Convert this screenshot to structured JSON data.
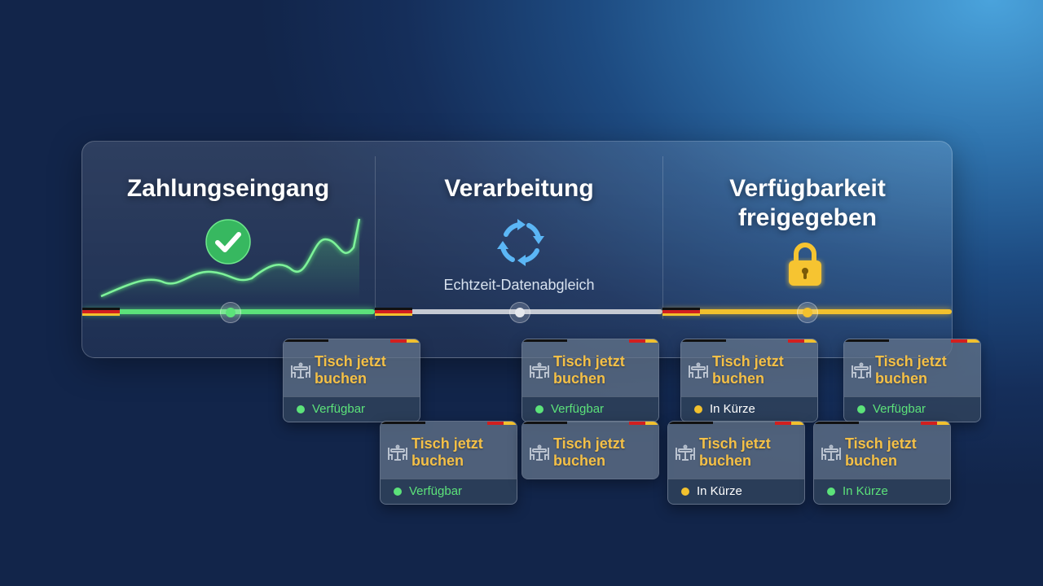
{
  "stages": [
    {
      "title": "Zahlungseingang"
    },
    {
      "title": "Verarbeitung",
      "subtitle": "Echtzeit-Datenabgleich"
    },
    {
      "title_line1": "Verfügbarkeit",
      "title_line2": "freigegeben"
    }
  ],
  "colors": {
    "green": "#5ce27a",
    "silver": "#c5cad3",
    "yellow": "#f2c12e",
    "label": "#f4c047",
    "flag_black": "#111111",
    "flag_red": "#d21f1f",
    "flag_gold": "#f2c12e"
  },
  "icons": {
    "stage1": "check-circle-icon",
    "stage2": "sync-arrows-icon",
    "stage3": "lock-icon",
    "card": "table-chairs-icon"
  },
  "cards": [
    {
      "label_line1": "Tisch jetzt",
      "label_line2": "buchen",
      "status": "Verfügbar",
      "status_color": "#5ce27a"
    },
    {
      "label_line1": "Tisch jetzt",
      "label_line2": "buchen",
      "status": "Verfügbar",
      "status_color": "#5ce27a"
    },
    {
      "label_line1": "Tisch jetzt",
      "label_line2": "buchen",
      "status": "In Kürze",
      "status_color": "#f2c12e"
    },
    {
      "label_line1": "Tisch jetzt",
      "label_line2": "buchen",
      "status": "Verfügbar",
      "status_color": "#5ce27a"
    },
    {
      "label_line1": "Tisch jetzt",
      "label_line2": "buchen",
      "status": "Verfügbar",
      "status_color": "#5ce27a"
    },
    {
      "label_line1": "Tisch jetzt",
      "label_line2": "buchen"
    },
    {
      "label_line1": "Tisch jetzt",
      "label_line2": "buchen",
      "status": "In Kürze",
      "status_color": "#f2c12e"
    },
    {
      "label_line1": "Tisch jetzt",
      "label_line2": "buchen",
      "status": "In Kürze",
      "status_color": "#5ce27a"
    }
  ]
}
